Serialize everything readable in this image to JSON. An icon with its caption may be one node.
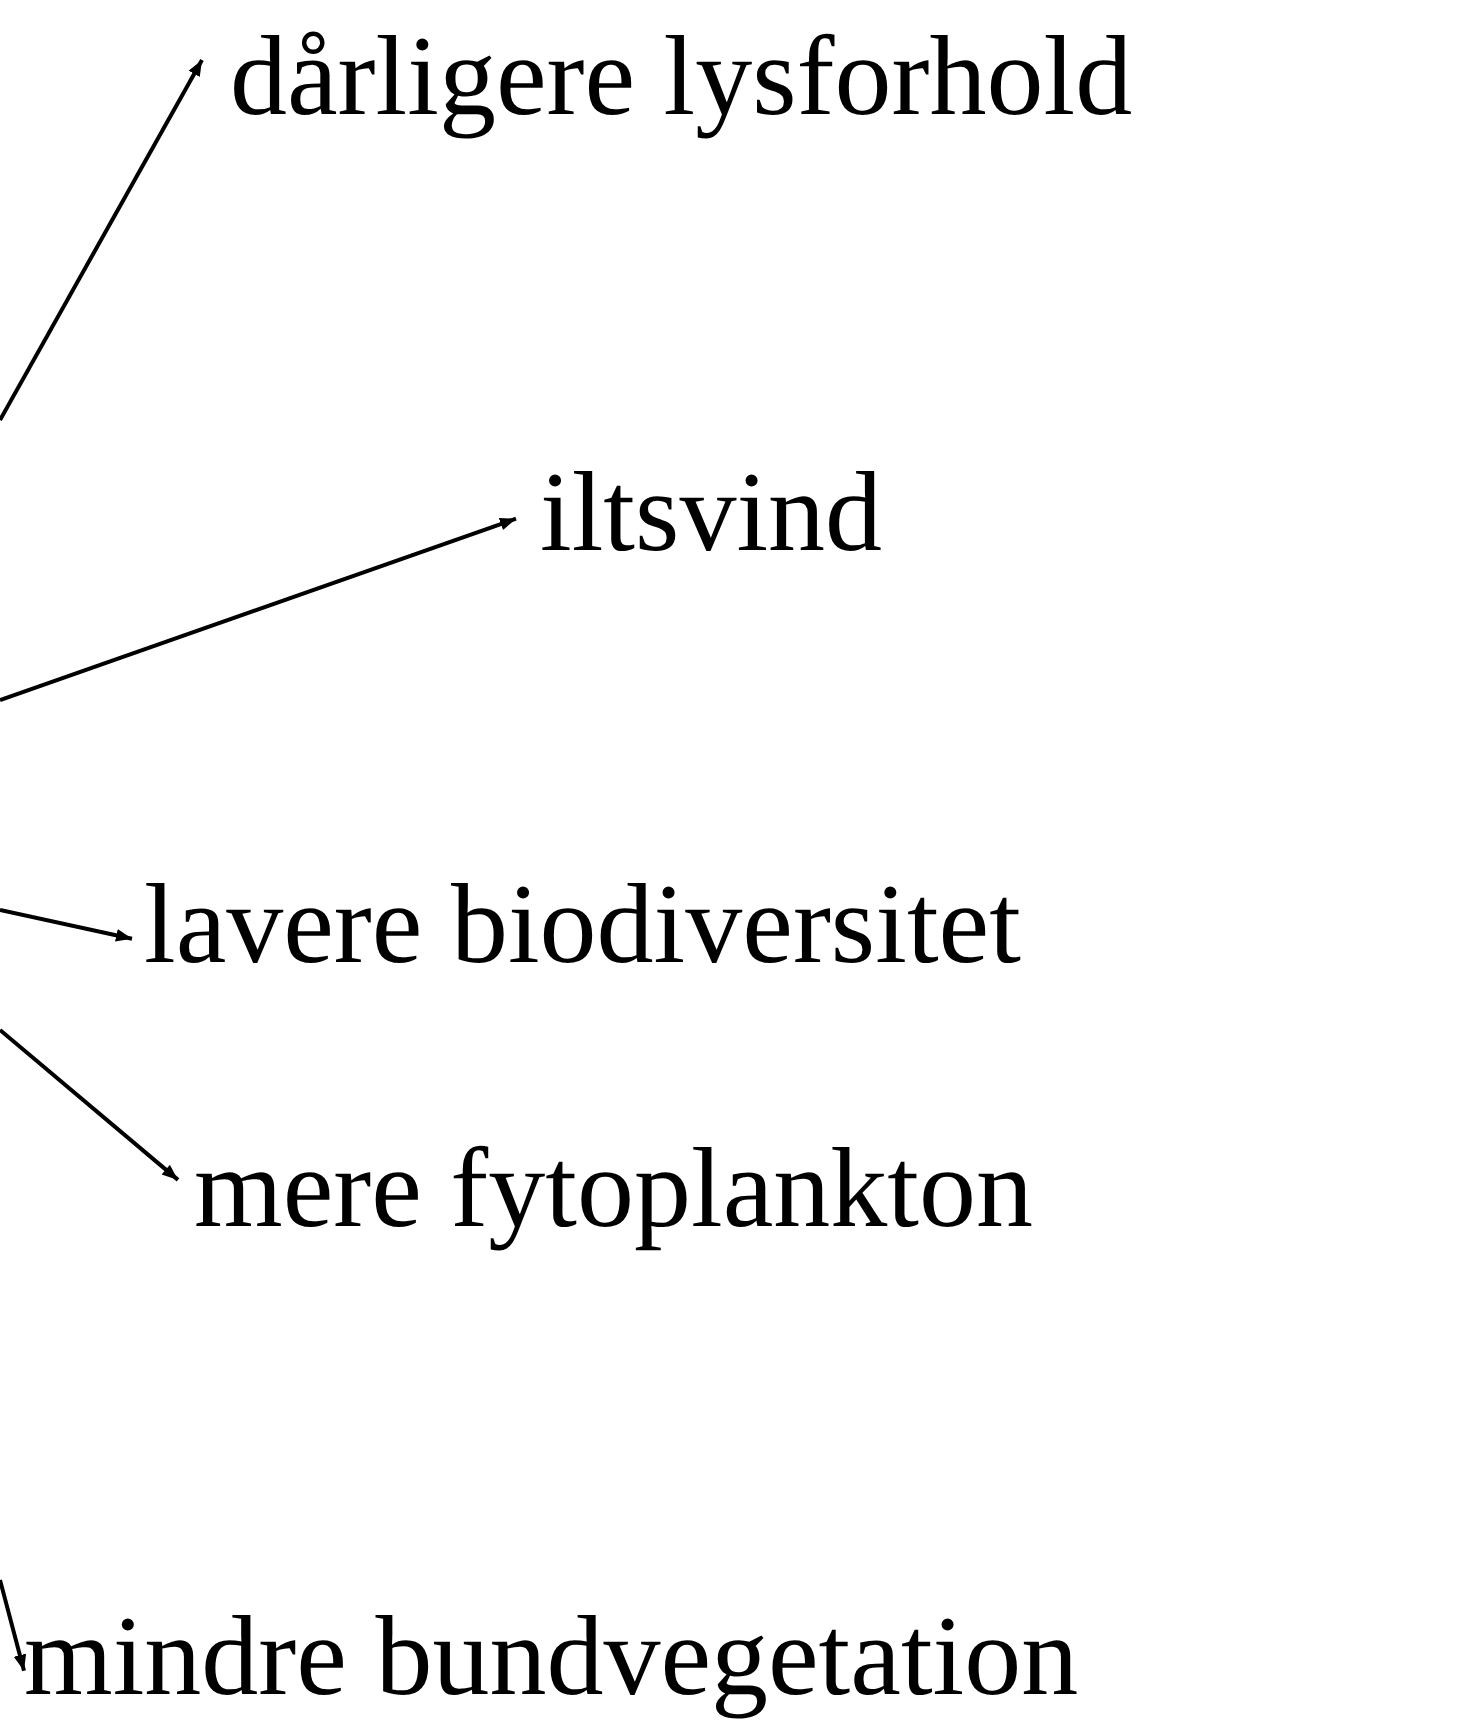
{
  "diagram": {
    "nodes": [
      {
        "text": [
          "dårligere lysforhold"
        ]
      },
      {
        "text": [
          "iltsvind"
        ]
      },
      {
        "text": [
          "lavere biodiversitet"
        ]
      },
      {
        "text": [
          "mere fytoplankton"
        ]
      },
      {
        "text": [
          "mindre bundvegetation"
        ]
      }
    ],
    "edges": [
      {
        "from": null,
        "to": 0,
        "arrow": "to"
      },
      {
        "from": null,
        "to": 1,
        "arrow": "to"
      },
      {
        "from": null,
        "to": 2,
        "arrow": "to"
      },
      {
        "from": null,
        "to": 3,
        "arrow": "to"
      },
      {
        "from": null,
        "to": 4,
        "arrow": "to"
      }
    ]
  }
}
